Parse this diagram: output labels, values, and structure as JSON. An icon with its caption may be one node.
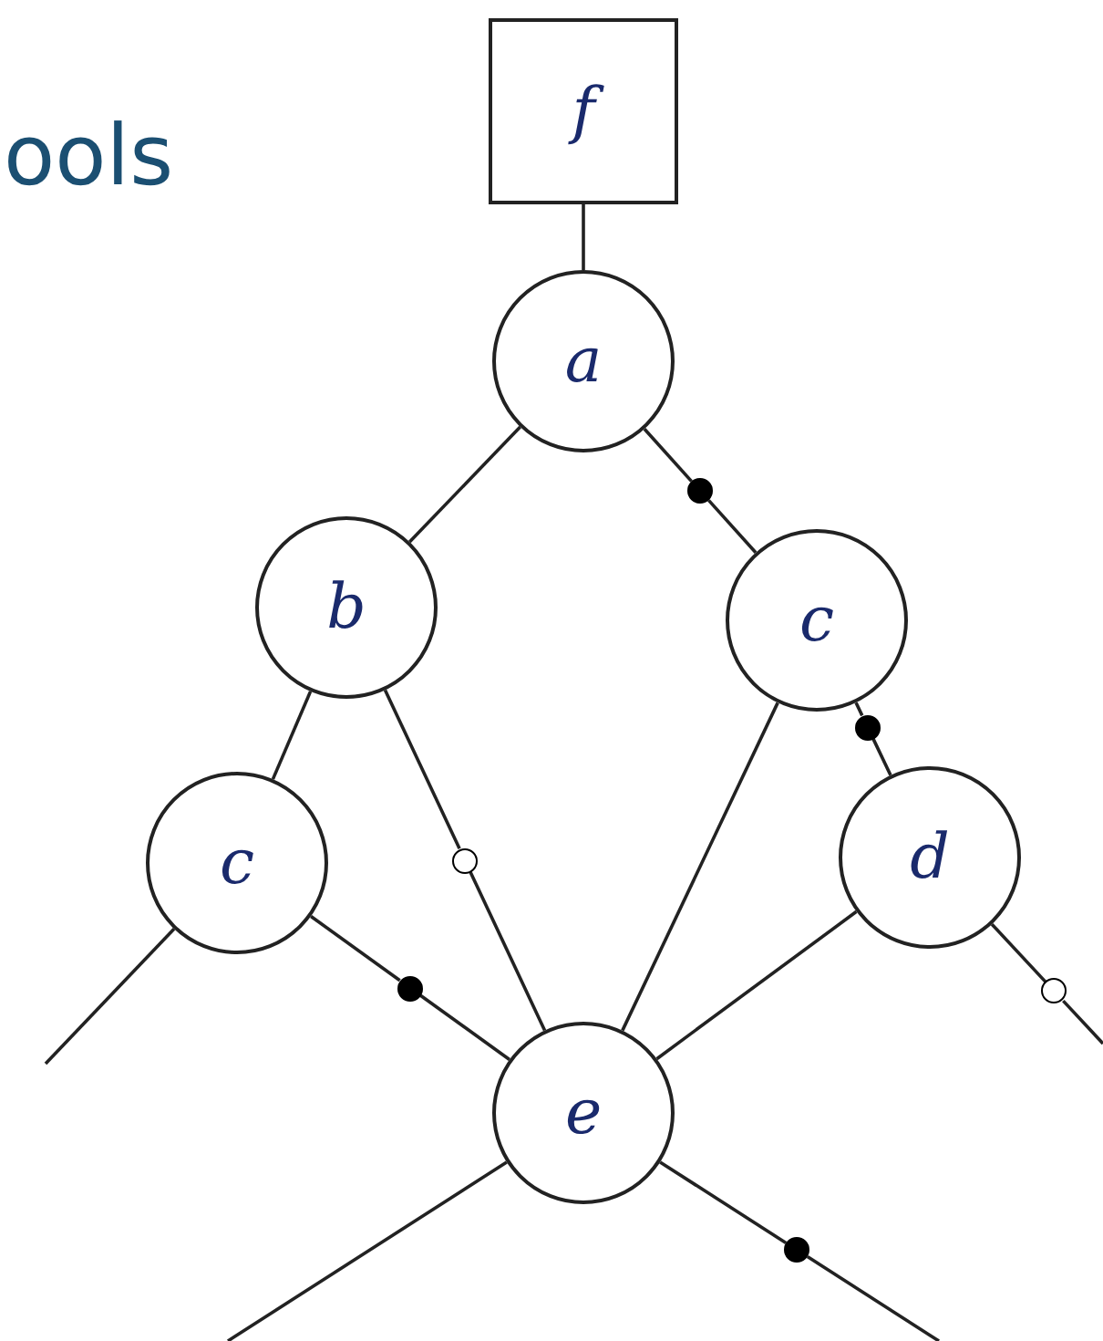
{
  "diagram": {
    "title": "ools",
    "nodes": [
      {
        "text": [
          "f"
        ]
      },
      {
        "text": [
          "a"
        ]
      },
      {
        "text": [
          "b"
        ]
      },
      {
        "text": [
          "c"
        ]
      },
      {
        "text": [
          "c"
        ]
      },
      {
        "text": [
          "d"
        ]
      },
      {
        "text": [
          "e"
        ]
      },
      {
        "text": [],
        "shape": "dot"
      },
      {
        "text": [],
        "shape": "dot"
      },
      {
        "text": [],
        "shape": "circle"
      },
      {
        "text": [],
        "shape": "dot"
      },
      {
        "text": [],
        "shape": "circle"
      },
      {
        "text": [],
        "shape": "dot"
      }
    ],
    "edges": [
      {
        "from": 0,
        "to": 1,
        "arrow": "none"
      },
      {
        "from": 1,
        "to": 2,
        "arrow": "none"
      },
      {
        "from": 1,
        "to": 7,
        "arrow": "none"
      },
      {
        "from": 7,
        "to": 3,
        "arrow": "none"
      },
      {
        "from": 2,
        "to": 4,
        "arrow": "none"
      },
      {
        "from": 2,
        "to": 9,
        "arrow": "none"
      },
      {
        "from": 9,
        "to": 6,
        "arrow": "none"
      },
      {
        "from": 3,
        "to": 6,
        "arrow": "none"
      },
      {
        "from": 3,
        "to": 8,
        "arrow": "none"
      },
      {
        "from": 8,
        "to": 5,
        "arrow": "none"
      },
      {
        "from": 4,
        "to": null,
        "arrow": "none"
      },
      {
        "from": 4,
        "to": 10,
        "arrow": "none"
      },
      {
        "from": 10,
        "to": 6,
        "arrow": "none"
      },
      {
        "from": 5,
        "to": 6,
        "arrow": "none"
      },
      {
        "from": 5,
        "to": 11,
        "arrow": "none"
      },
      {
        "from": 11,
        "to": null,
        "arrow": "none"
      },
      {
        "from": 6,
        "to": null,
        "arrow": "none"
      },
      {
        "from": 6,
        "to": 12,
        "arrow": "none"
      },
      {
        "from": 12,
        "to": null,
        "arrow": "none"
      }
    ]
  }
}
